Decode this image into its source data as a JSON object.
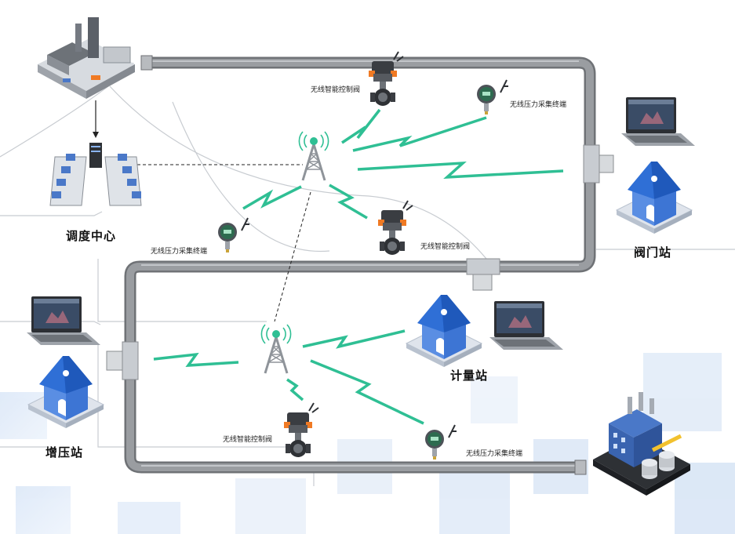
{
  "stations": {
    "dispatch_center": "调度中心",
    "valve_station": "阀门站",
    "metering_station": "计量站",
    "booster_station": "增压站"
  },
  "devices": {
    "valve_1": "无线智能控制阀",
    "valve_2": "无线智能控制阀",
    "valve_3": "无线智能控制阀",
    "pressure_1": "无线压力采集终端",
    "pressure_2": "无线压力采集终端",
    "pressure_3": "无线压力采集终端"
  },
  "colors": {
    "pipe": "#8c8f93",
    "signal": "#2fbf94",
    "house_roof": "#2f6fd6",
    "valve_actuator": "#f07a24",
    "transmitter": "#2d6b4f"
  }
}
